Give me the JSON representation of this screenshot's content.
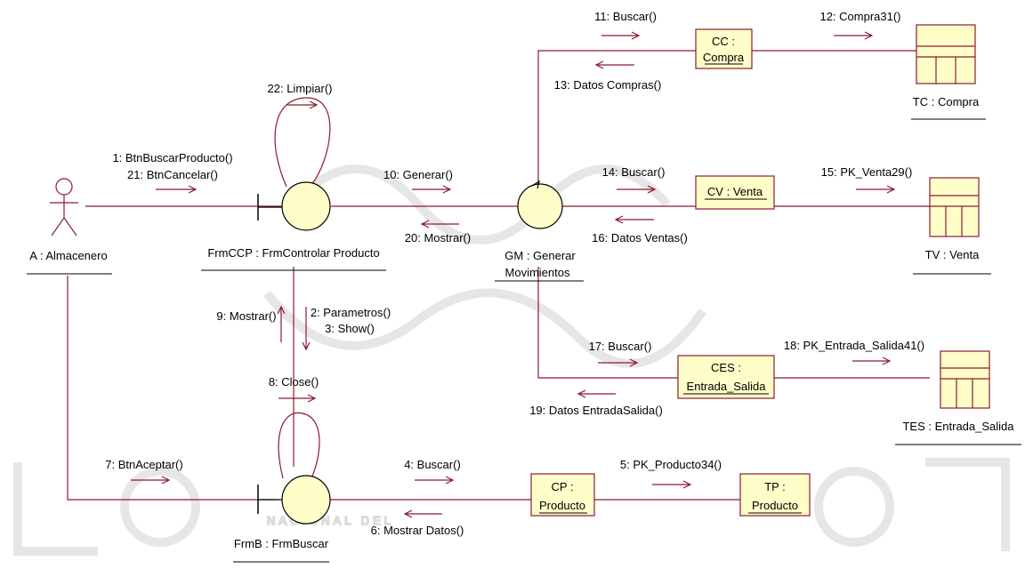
{
  "watermark": {
    "text": "NACIONAL DEL"
  },
  "actor": {
    "label": "A : Almacenero"
  },
  "objects": {
    "frmccp": {
      "label": "FrmCCP : FrmControlar Producto"
    },
    "frmb": {
      "label": "FrmB : FrmBuscar"
    },
    "gm": {
      "label_line1": "GM : Generar",
      "label_line2": "Movimientos"
    },
    "cc": {
      "line1": "CC :",
      "line2": "Compra"
    },
    "cv": {
      "line1": "CV : Venta"
    },
    "ces": {
      "line1": "CES :",
      "line2": "Entrada_Salida"
    },
    "cp": {
      "line1": "CP :",
      "line2": "Producto"
    },
    "tp": {
      "line1": "TP :",
      "line2": "Producto"
    },
    "tc": {
      "label": "TC : Compra"
    },
    "tv": {
      "label": "TV : Venta"
    },
    "tes": {
      "label": "TES : Entrada_Salida"
    }
  },
  "messages": {
    "m1": "1: BtnBuscarProducto()",
    "m21": "21: BtnCancelar()",
    "m22": "22: Limpiar()",
    "m10": "10: Generar()",
    "m20": "20: Mostrar()",
    "m11": "11: Buscar()",
    "m13": "13: Datos Compras()",
    "m12": "12: Compra31()",
    "m14": "14: Buscar()",
    "m16": "16: Datos Ventas()",
    "m15": "15: PK_Venta29()",
    "m9": "9: Mostrar()",
    "m2": "2: Parametros()",
    "m3": "3: Show()",
    "m8": "8: Close()",
    "m17": "17: Buscar()",
    "m19": "19: Datos EntradaSalida()",
    "m18": "18: PK_Entrada_Salida41()",
    "m7": "7: BtnAceptar()",
    "m4": "4: Buscar()",
    "m6": "6: Mostrar Datos()",
    "m5": "5: PK_Producto34()"
  },
  "colors": {
    "line": "#8b1b2e",
    "fill": "#fffec9",
    "watermark": "#c8c8c8"
  }
}
